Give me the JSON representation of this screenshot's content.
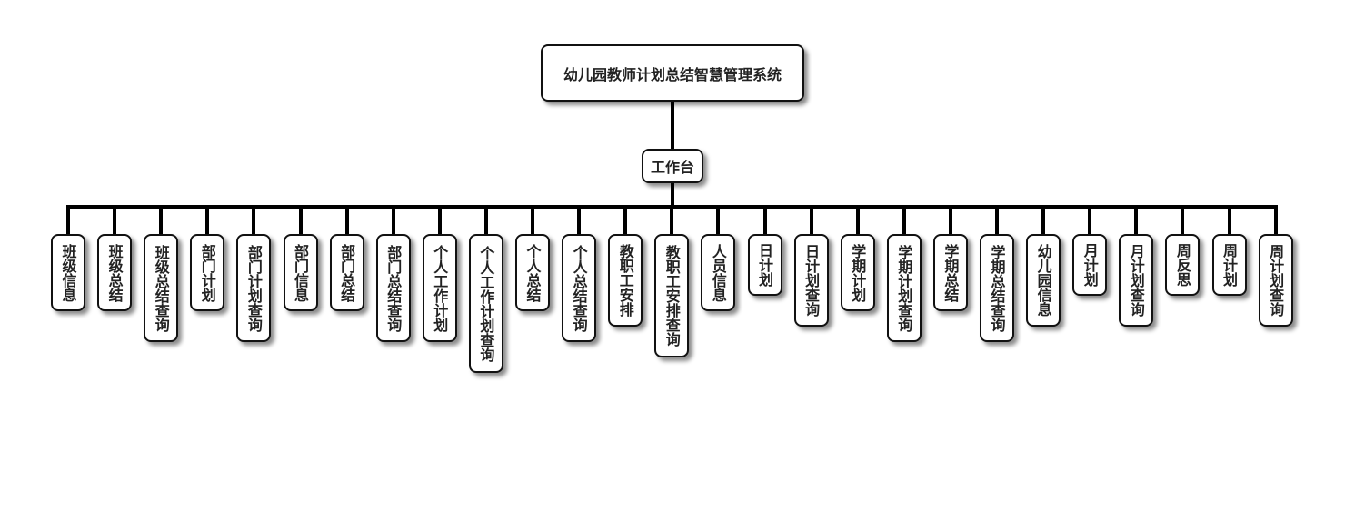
{
  "root": "幼儿园教师计划总结智慧管理系统",
  "branch": "工作台",
  "leaves": [
    "班级信息",
    "班级总结",
    "班级总结查询",
    "部门计划",
    "部门计划查询",
    "部门信息",
    "部门总结",
    "部门总结查询",
    "个人工作计划",
    "个人工作计划查询",
    "个人总结",
    "个人总结查询",
    "教职工安排",
    "教职工安排查询",
    "人员信息",
    "日计划",
    "日计划查询",
    "学期计划",
    "学期计划查询",
    "学期总结",
    "学期总结查询",
    "幼儿园信息",
    "月计划",
    "月计划查询",
    "周反思",
    "周计划",
    "周计划查询"
  ]
}
